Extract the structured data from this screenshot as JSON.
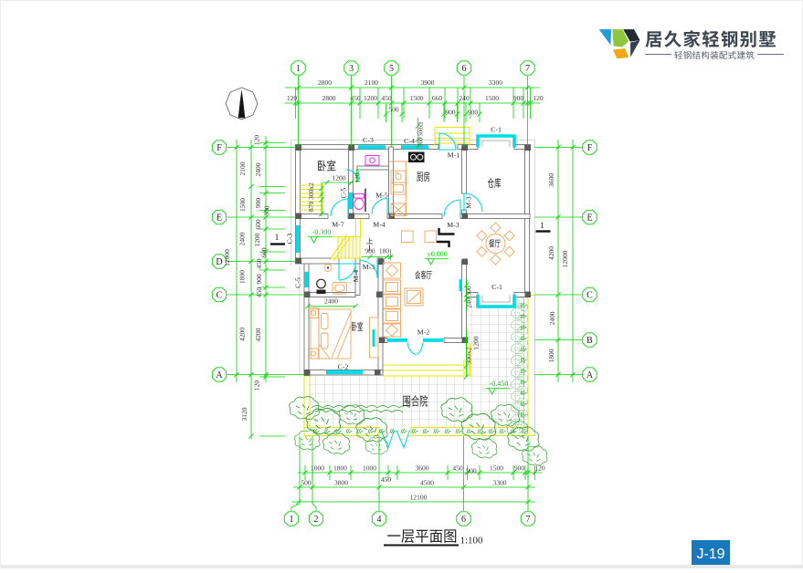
{
  "page": {
    "title": "一层平面图",
    "scale": "1:100",
    "sheet_no": "J-19"
  },
  "logo": {
    "name": "居久家轻钢别墅",
    "tagline": "轻钢结构装配式建筑"
  },
  "grid": {
    "top": [
      "1",
      "3",
      "5",
      "6",
      "7"
    ],
    "bottom": [
      "1",
      "2",
      "4",
      "6",
      "7"
    ],
    "left": [
      "F",
      "E",
      "D",
      "C",
      "A"
    ],
    "right": [
      "F",
      "E",
      "C",
      "B",
      "A"
    ]
  },
  "dims": {
    "top1": [
      "2800",
      "2100",
      "3900",
      "3300"
    ],
    "top2": [
      "120",
      "2800",
      "450",
      "1200",
      "450",
      "1500",
      "660",
      "240",
      "1500",
      "900",
      "120"
    ],
    "top3": [
      "500",
      "900",
      "900"
    ],
    "porch": "500 300x2",
    "bottom1": [
      "1000",
      "1800",
      "1000",
      "450",
      "3600",
      "450",
      "900",
      "1500",
      "900",
      "120"
    ],
    "bottom2": [
      "500",
      "3800",
      "4500",
      "3300"
    ],
    "bottom3": "12100",
    "left1": "12000",
    "left2": [
      "2100",
      "1500",
      "2400",
      "1800",
      "4200"
    ],
    "left3": [
      "120",
      "2400",
      "900",
      "300",
      "600",
      "1200",
      "600",
      "450",
      "900",
      "450",
      "4200",
      "120"
    ],
    "left4": "3120",
    "right1": [
      "3600",
      "4200",
      "2400",
      "1800"
    ],
    "right2": "12000",
    "stair_w": "870 300x2",
    "stair_top": "1200",
    "gap": "120",
    "flight": [
      "900",
      "180"
    ],
    "bed": "2400",
    "bay": [
      "500",
      "240"
    ],
    "terrace": [
      "1200",
      "300x2"
    ]
  },
  "rooms": {
    "nw_bedroom": "卧室",
    "kitchen": "厨房",
    "storage": "仓库",
    "dining": "餐厅",
    "living": "会客厅",
    "sw_bedroom": "卧室",
    "courtyard": "围合院"
  },
  "tags": {
    "m1": "M-1",
    "m2": "M-2",
    "m3": "M-3",
    "m4": "M-4",
    "m5": "M-5",
    "m7": "M-7",
    "c1": "C-1",
    "c2": "C-2",
    "c3": "C-3",
    "c4": "C-4",
    "c5": "C-5"
  },
  "levels": {
    "foyer": "-0.300",
    "main": "±0.000",
    "court": "-0.450"
  },
  "stair": {
    "up": "上"
  },
  "section": "1",
  "icons": {
    "north": "north-arrow-icon",
    "logo": "brand-diamond-icon"
  },
  "colors": {
    "green": "#00d300",
    "cyan": "#00dbe8",
    "yellow": "#e9e500",
    "orange": "#f0a55c",
    "magenta": "#e836e8",
    "wall": "#747474",
    "ink": "#1e1e1e",
    "dim": "#3c3c3c",
    "tile": "#a9a9a9",
    "plant": "#2ea32e",
    "eave": "#cccccc",
    "brandblue": "#1878bc",
    "logotext": "#3c4650",
    "logoblue": "#1d9dd9",
    "logogreen": "#8ec63f",
    "logoyellow": "#f3a90e",
    "logodark": "#232a34",
    "logoslate": "#36404e"
  }
}
